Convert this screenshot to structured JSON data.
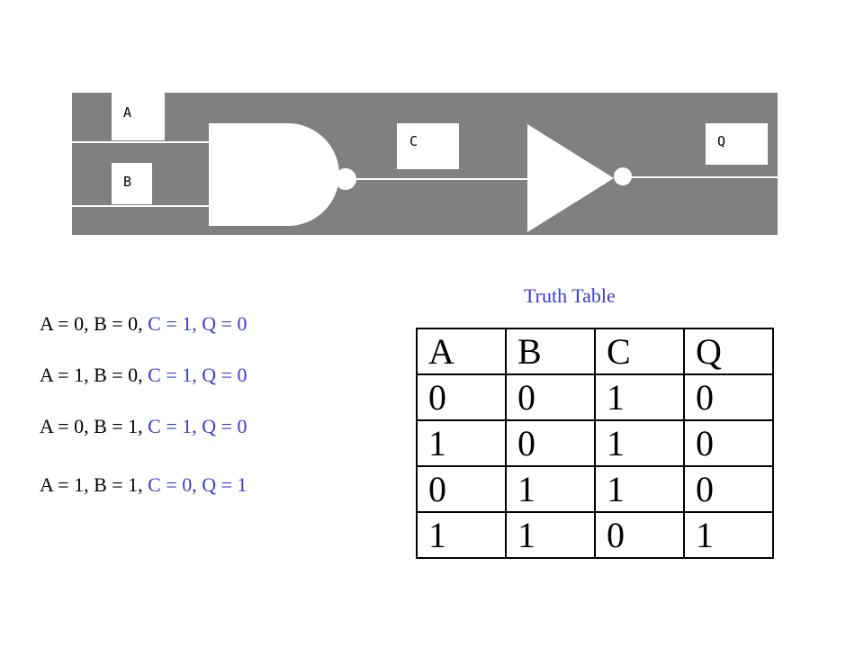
{
  "circuit": {
    "labels": {
      "a": "A",
      "b": "B",
      "c": "C",
      "q": "Q"
    },
    "background_color": "#808080",
    "gates": [
      "nand-gate",
      "not-gate"
    ]
  },
  "cases": [
    {
      "inputs": "A = 0, B = 0, ",
      "outputs": "C = 1, Q = 0"
    },
    {
      "inputs": "A = 1, B = 0, ",
      "outputs": "C = 1, Q = 0"
    },
    {
      "inputs": "A = 0, B = 1, ",
      "outputs": "C = 1, Q = 0"
    },
    {
      "inputs": "A = 1, B = 1, ",
      "outputs": "C = 0, Q = 1"
    }
  ],
  "truth_table": {
    "title": "Truth Table",
    "headers": [
      "A",
      "B",
      "C",
      "Q"
    ],
    "rows": [
      [
        "0",
        "0",
        "1",
        "0"
      ],
      [
        "1",
        "0",
        "1",
        "0"
      ],
      [
        "0",
        "1",
        "1",
        "0"
      ],
      [
        "1",
        "1",
        "0",
        "1"
      ]
    ]
  },
  "colors": {
    "highlight": "#3b3bd0",
    "circuit_bg": "#808080"
  }
}
